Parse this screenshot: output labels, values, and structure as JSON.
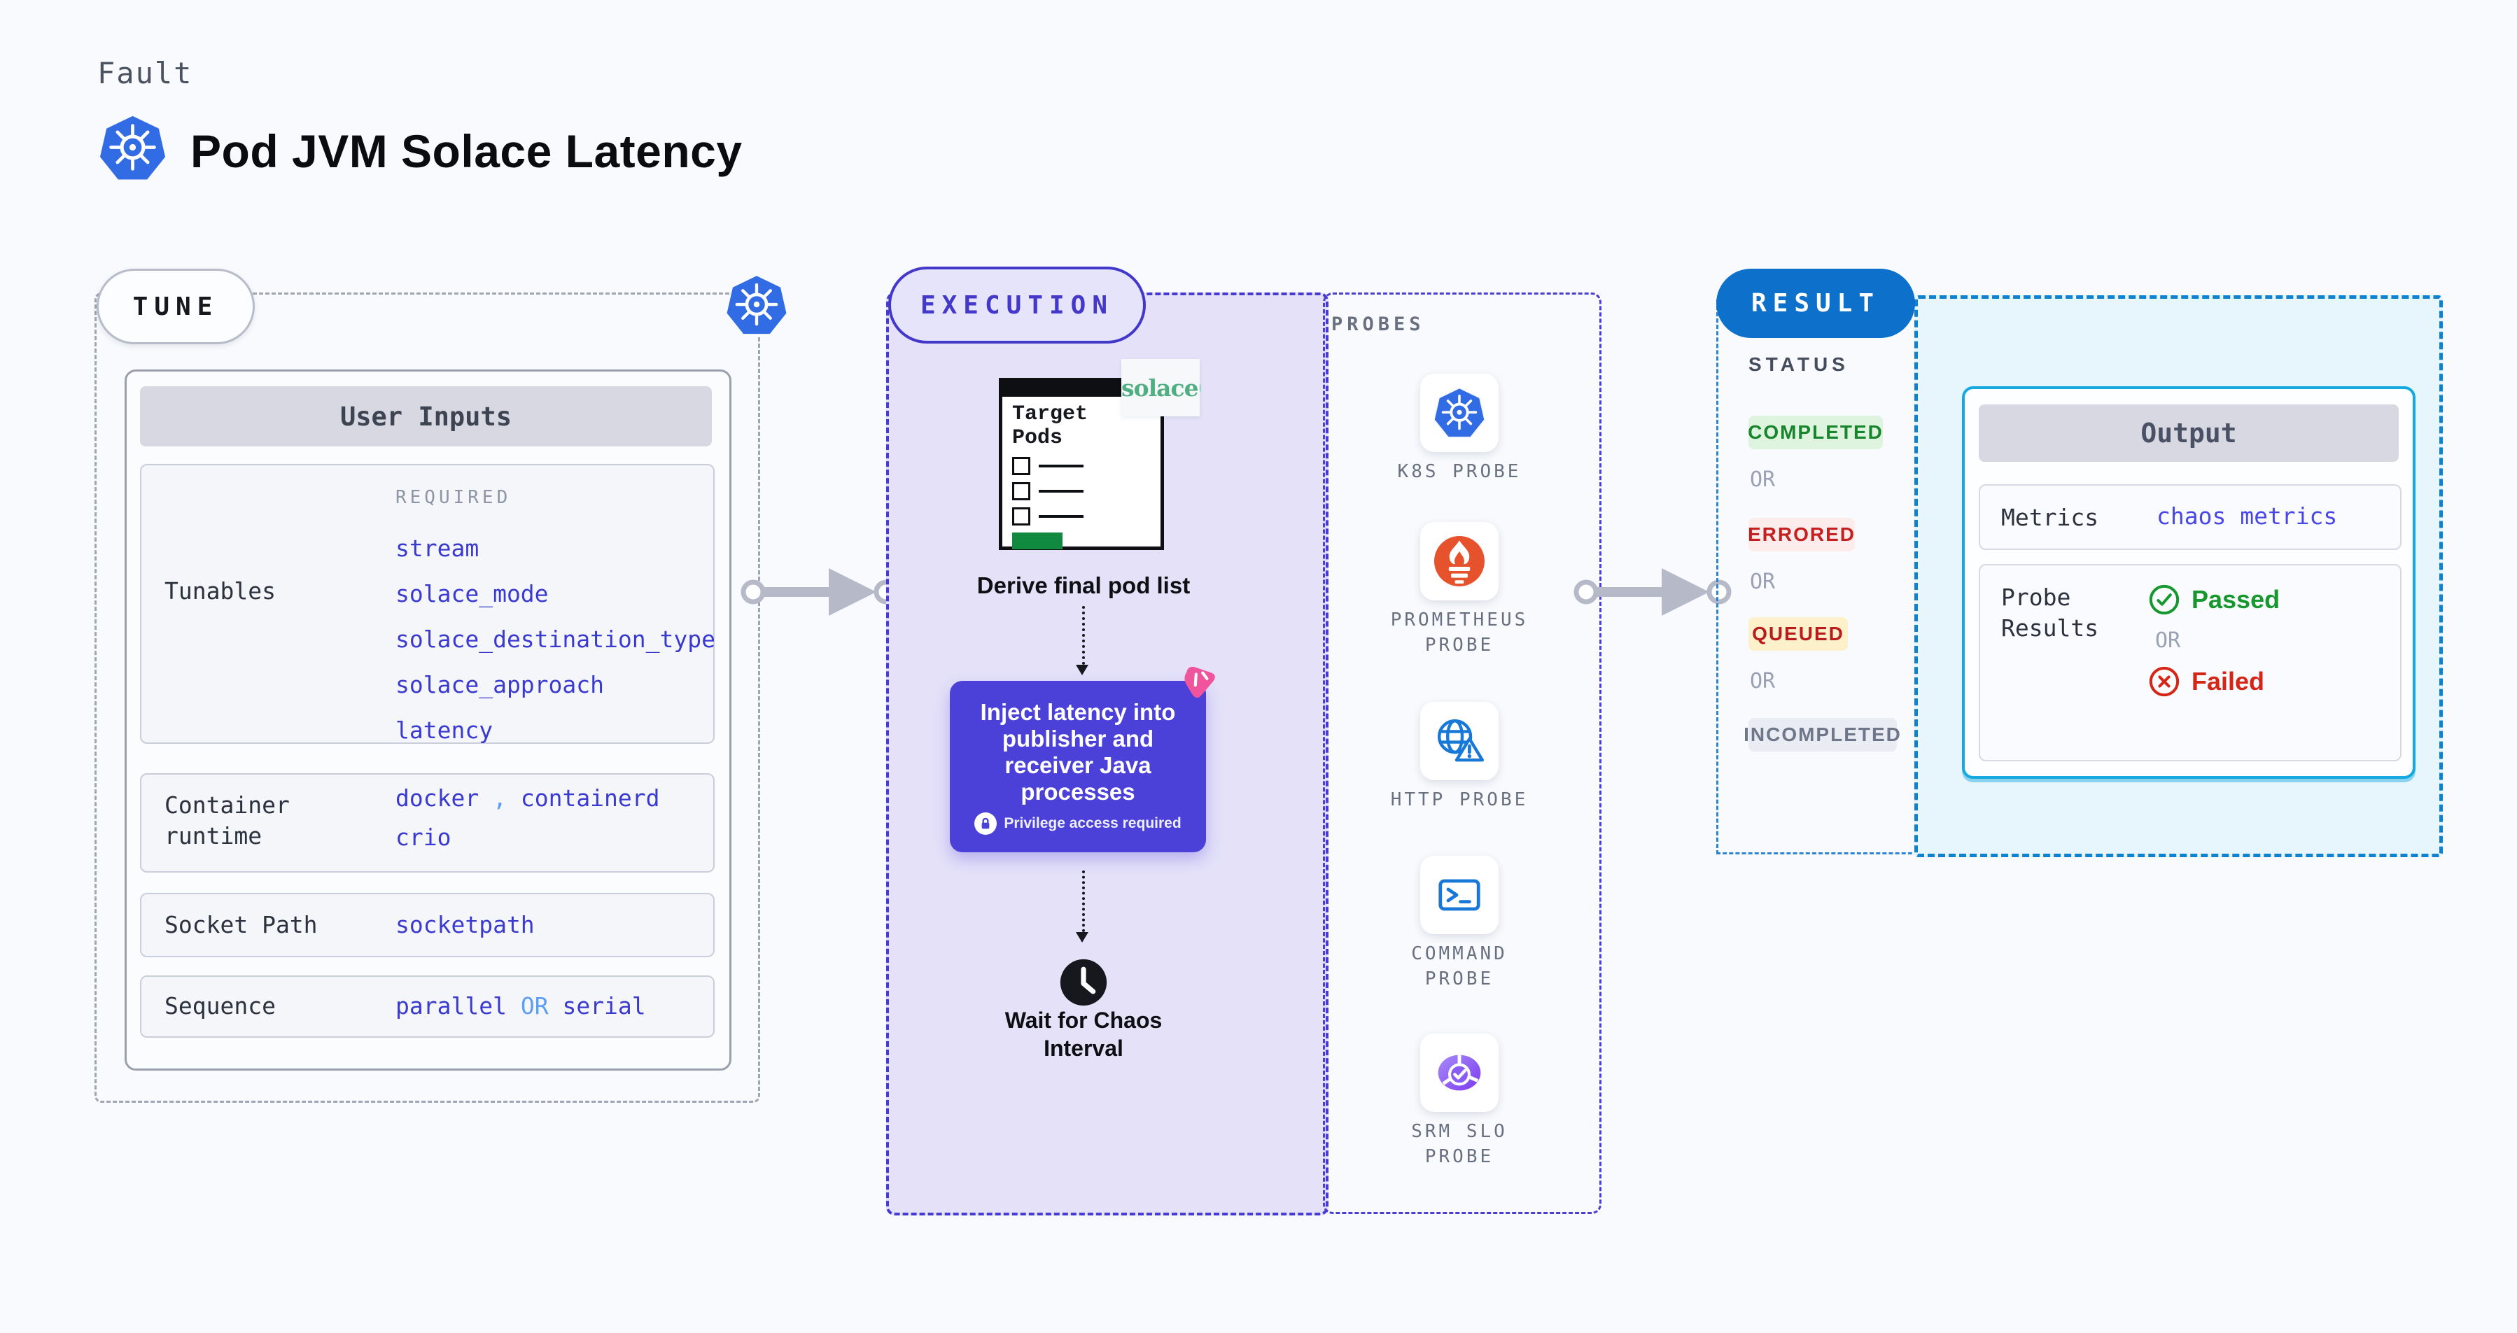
{
  "header": {
    "eyebrow": "Fault",
    "title": "Pod JVM Solace Latency"
  },
  "colors": {
    "accent_indigo": "#4338ca",
    "accent_blue": "#0d70cb",
    "accent_cyan": "#15a9e0",
    "value_blue": "#3a3ad0",
    "secondary_blue": "#5b9ef2",
    "lavender_bg": "#e4e1f9",
    "success_green": "#16982e",
    "error_red": "#d52517",
    "kubernetes_blue": "#326ce5",
    "prometheus_orange": "#e6522c",
    "solace_green": "#4fae82",
    "srm_purple": "#8a5cf6",
    "inject_indigo": "#4b40d8",
    "pink": "#f0549c"
  },
  "icons": {
    "title": "kubernetes-icon",
    "tune_corner": "kubernetes-icon",
    "wait": "clock-icon",
    "inject_corner": "chaos-pink-icon",
    "inject_note": "lock-icon",
    "passed": "check-circle-icon",
    "failed": "x-circle-icon"
  },
  "tune": {
    "badge": "TUNE",
    "user_inputs": {
      "header": "User Inputs",
      "tunables": {
        "label": "Tunables",
        "required_label": "REQUIRED",
        "values": [
          "stream",
          "solace_mode",
          "solace_destination_type",
          "solace_approach",
          "latency"
        ]
      },
      "container_runtime": {
        "label": "Container runtime",
        "value1": "docker",
        "separator": ",",
        "value2": "containerd",
        "value3": "crio"
      },
      "socket_path": {
        "label": "Socket Path",
        "value": "socketpath"
      },
      "sequence": {
        "label": "Sequence",
        "value1": "parallel",
        "or": "OR",
        "value2": "serial"
      }
    }
  },
  "execution": {
    "badge": "EXECUTION",
    "target_pods_title": "Target Pods",
    "solace_logo": "solace",
    "derive_step": "Derive final pod list",
    "inject": {
      "text": "Inject latency into publisher and receiver Java processes",
      "note": "Privilege access required"
    },
    "wait_step": "Wait for Chaos Interval"
  },
  "probes": {
    "label": "PROBES",
    "items": [
      {
        "name": "K8S PROBE",
        "icon": "kubernetes-icon"
      },
      {
        "name": "PROMETHEUS PROBE",
        "icon": "prometheus-icon"
      },
      {
        "name": "HTTP PROBE",
        "icon": "globe-warning-icon"
      },
      {
        "name": "COMMAND PROBE",
        "icon": "terminal-icon"
      },
      {
        "name": "SRM SLO PROBE",
        "icon": "pie-check-icon"
      }
    ]
  },
  "result": {
    "badge": "RESULT",
    "status_label": "STATUS",
    "or": "OR",
    "statuses": [
      "COMPLETED",
      "ERRORED",
      "QUEUED",
      "INCOMPLETED"
    ],
    "output": {
      "header": "Output",
      "metrics_label": "Metrics",
      "metrics_value": "chaos metrics",
      "probe_results_label": "Probe Results",
      "passed": "Passed",
      "or": "OR",
      "failed": "Failed"
    }
  }
}
